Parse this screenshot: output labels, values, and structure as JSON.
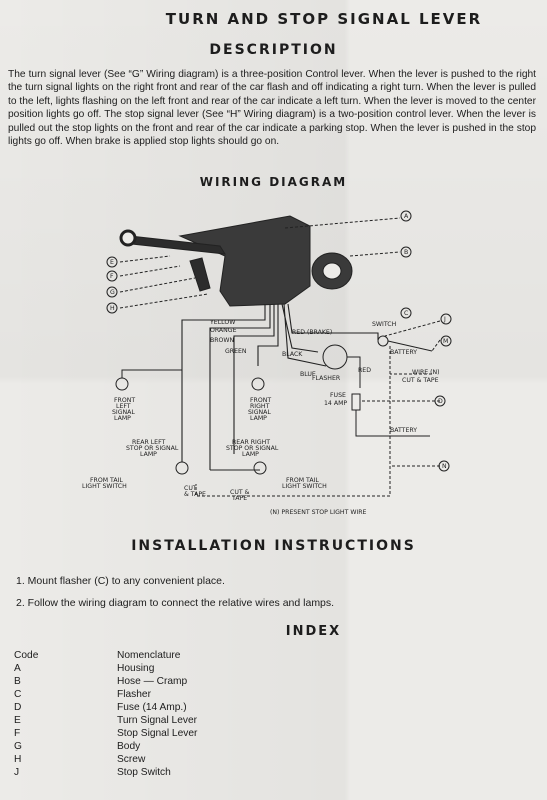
{
  "title": "TURN AND STOP SIGNAL LEVER",
  "description": {
    "heading": "DESCRIPTION",
    "text": "The turn signal lever (See “G” Wiring diagram) is a three-position Control lever. When the lever is pushed to the right the turn signal lights on the right front and rear of the car flash and off indicating a right turn. When the lever is pulled to the left, lights flashing on the left front and rear of the car indicate a left turn. When the lever is moved to the center position lights go off. The stop signal lever (See “H” Wiring diagram) is a two-position control lever. When the lever is pulled out the stop lights on the front and rear of the car indicate a parking stop. When the lever is pushed in the stop lights go off. When brake is applied stop lights should go on."
  },
  "wiring": {
    "heading": "WIRING DIAGRAM",
    "callouts": [
      "A",
      "B",
      "C",
      "D",
      "E",
      "F",
      "G",
      "H",
      "J",
      "M",
      "N"
    ],
    "wire_labels": {
      "yellow": "YELLOW",
      "orange": "ORANGE",
      "brown": "BROWN",
      "green": "GREEN",
      "black": "BLACK",
      "blue": "BLUE",
      "red_brake": "RED (BRAKE)",
      "red": "RED",
      "switch": "SWITCH",
      "battery_plus": "BATTERY",
      "wire_n_1": "WIRE (N)",
      "wire_n_2": "CUT & TAPE",
      "flasher": "FLASHER",
      "fuse_1": "FUSE",
      "fuse_2": "14 AMP",
      "battery": "BATTERY",
      "front_left_1": "FRONT",
      "front_left_2": "LEFT",
      "front_left_3": "SIGNAL",
      "front_left_4": "LAMP",
      "front_right_1": "FRONT",
      "front_right_2": "RIGHT",
      "front_right_3": "SIGNAL",
      "front_right_4": "LAMP",
      "rear_left_1": "REAR LEFT",
      "rear_left_2": "STOP OR SIGNAL",
      "rear_left_3": "LAMP",
      "rear_right_1": "REAR RIGHT",
      "rear_right_2": "STOP OR SIGNAL",
      "rear_right_3": "LAMP",
      "tail_left_1": "FROM TAIL",
      "tail_left_2": "LIGHT SWITCH",
      "tail_right_1": "FROM TAIL",
      "tail_right_2": "LIGHT SWITCH",
      "cut_tape_left_1": "CUT",
      "cut_tape_left_2": "& TAPE",
      "cut_tape_right_1": "CUT &",
      "cut_tape_right_2": "TAPE",
      "present_wire": "(N) PRESENT STOP LIGHT WIRE"
    }
  },
  "installation": {
    "heading": "INSTALLATION INSTRUCTIONS",
    "steps": [
      "1.  Mount flasher (C) to any convenient place.",
      "2.  Follow the wiring diagram to connect the relative wires and lamps."
    ]
  },
  "index": {
    "heading": "INDEX",
    "rows": [
      {
        "code": "Code",
        "name": "Nomenclature"
      },
      {
        "code": "A",
        "name": "Housing"
      },
      {
        "code": "B",
        "name": "Hose — Cramp"
      },
      {
        "code": "C",
        "name": "Flasher"
      },
      {
        "code": "D",
        "name": "Fuse (14 Amp.)"
      },
      {
        "code": "E",
        "name": "Turn Signal Lever"
      },
      {
        "code": "F",
        "name": "Stop Signal Lever"
      },
      {
        "code": "G",
        "name": "Body"
      },
      {
        "code": "H",
        "name": "Screw"
      },
      {
        "code": "J",
        "name": "Stop Switch"
      }
    ]
  }
}
